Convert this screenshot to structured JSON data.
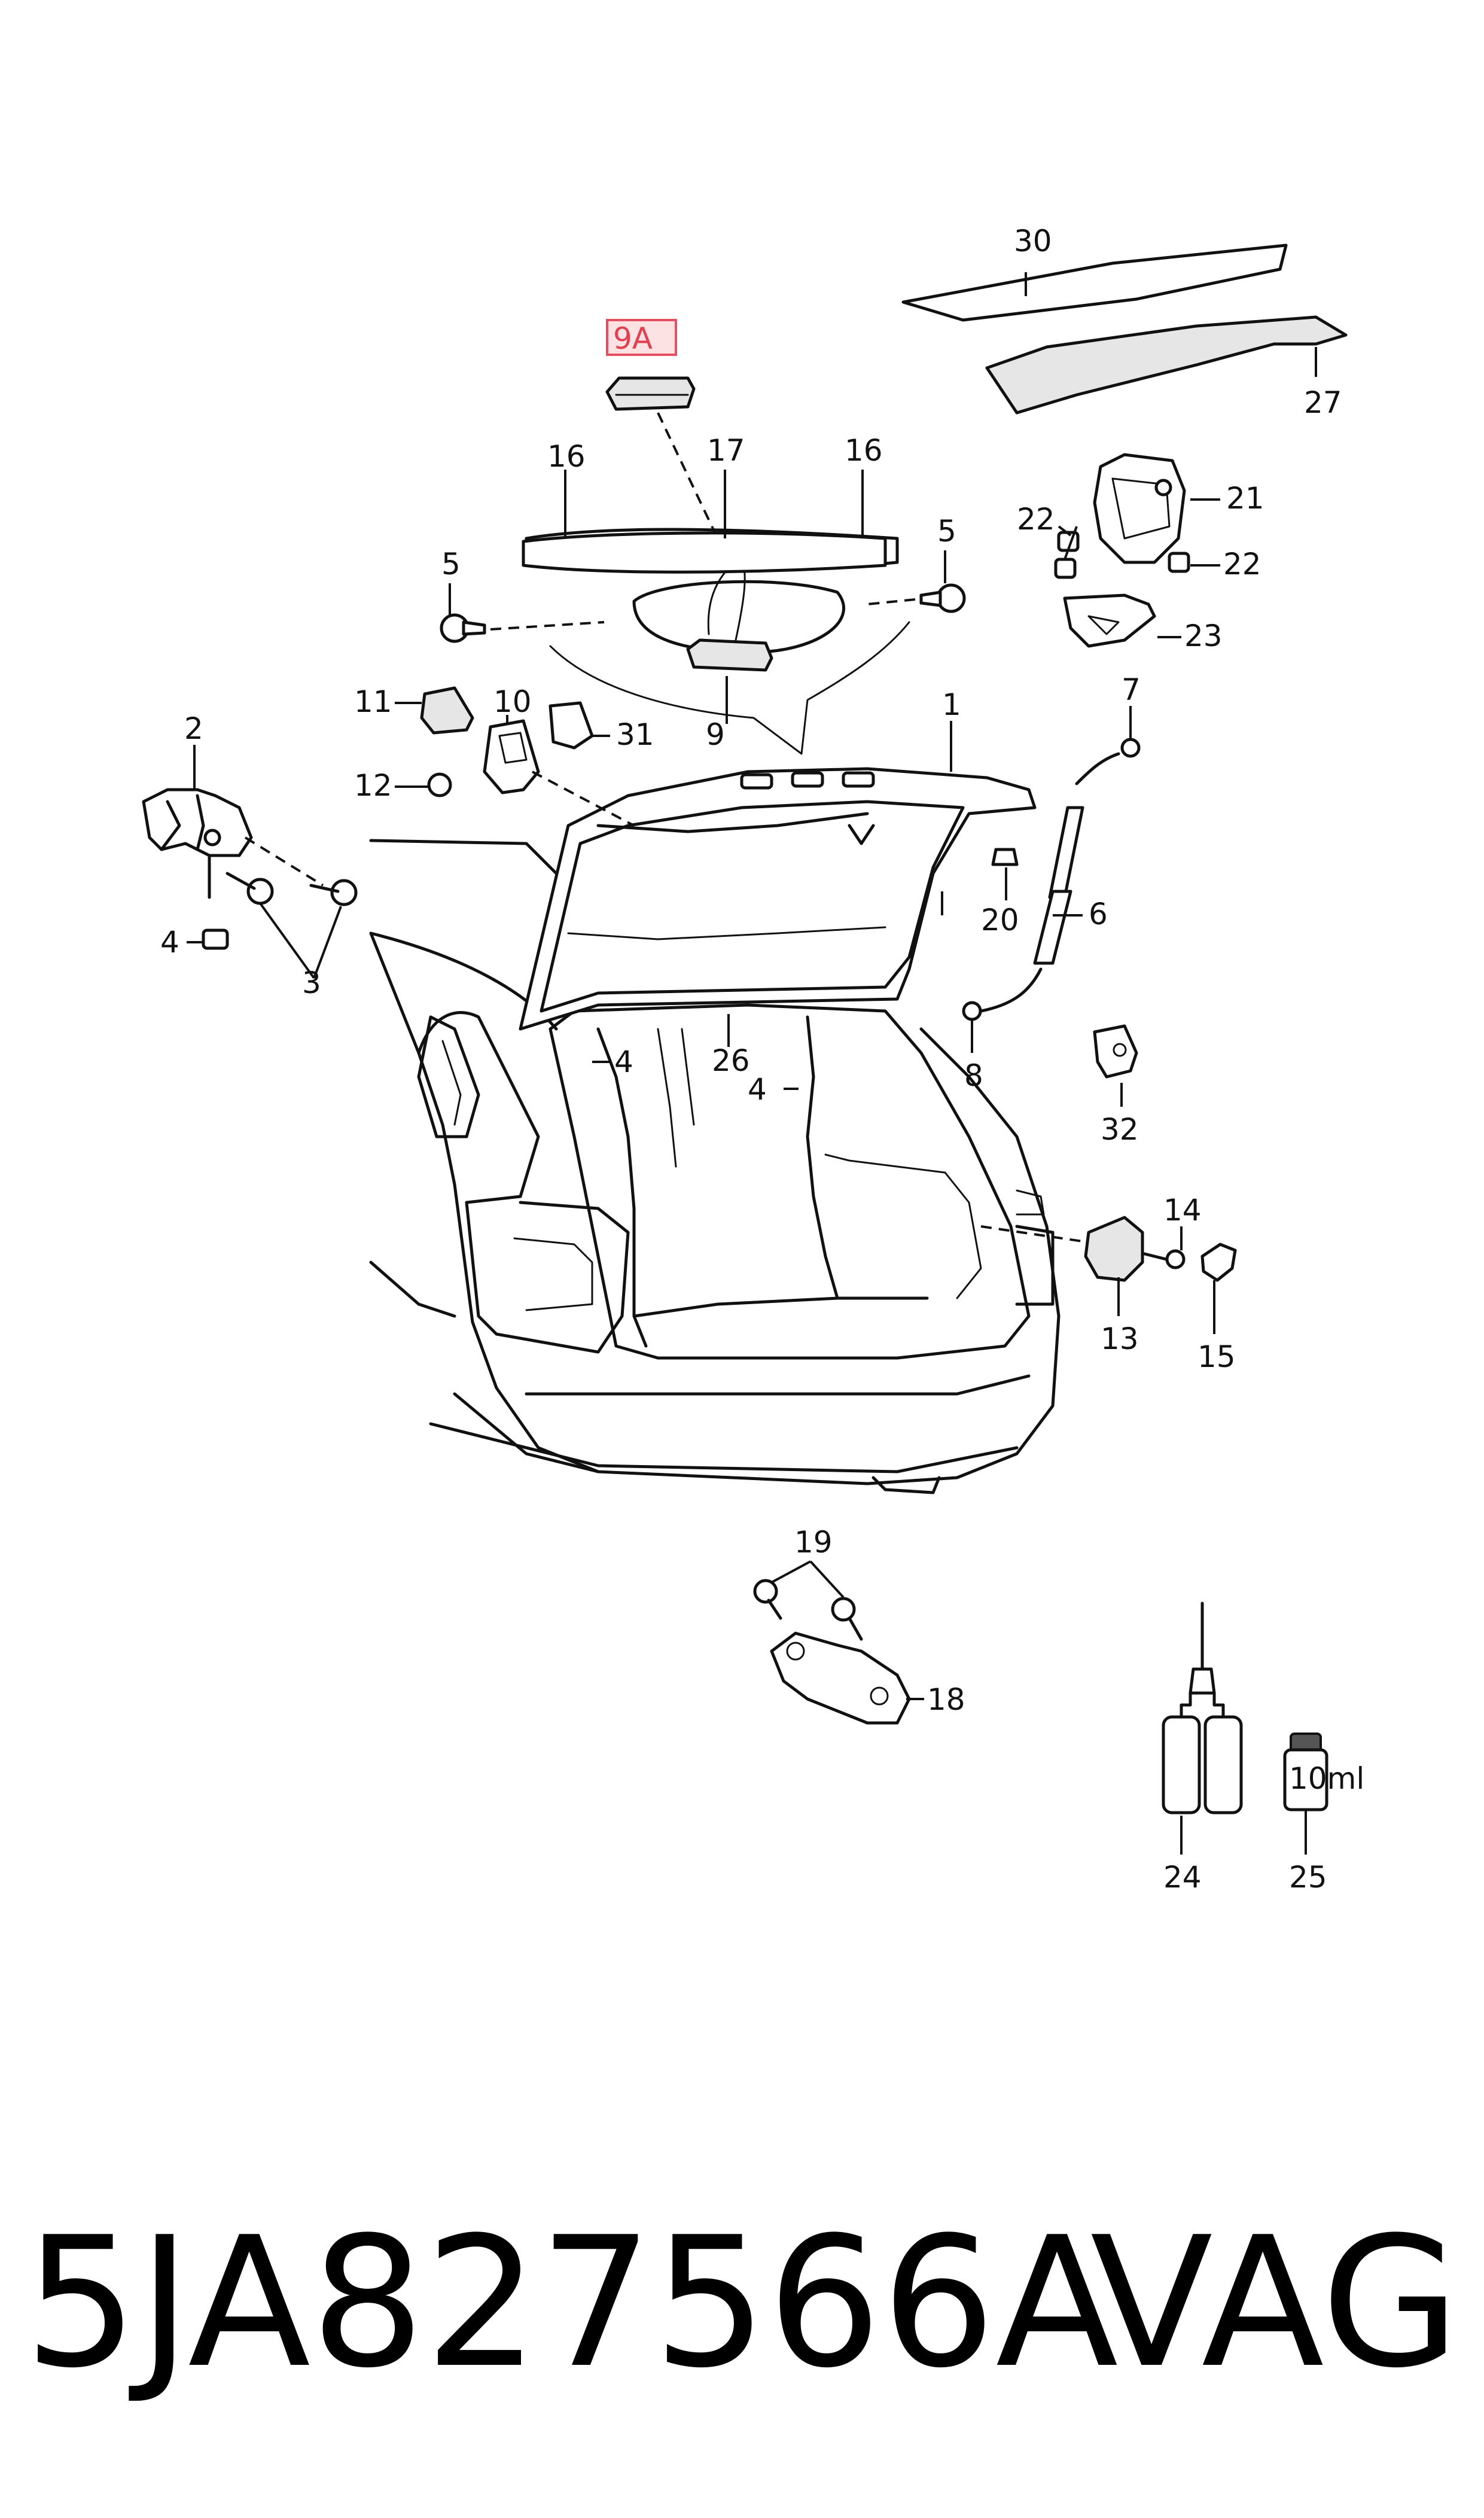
{
  "callouts": [
    {
      "id": "c1",
      "label": "1"
    },
    {
      "id": "c2",
      "label": "2"
    },
    {
      "id": "c3",
      "label": "3"
    },
    {
      "id": "c4a",
      "label": "4"
    },
    {
      "id": "c4b",
      "label": "4"
    },
    {
      "id": "c4c",
      "label": "4"
    },
    {
      "id": "c5a",
      "label": "5"
    },
    {
      "id": "c5b",
      "label": "5"
    },
    {
      "id": "c6",
      "label": "6"
    },
    {
      "id": "c7",
      "label": "7"
    },
    {
      "id": "c8",
      "label": "8"
    },
    {
      "id": "c9",
      "label": "9"
    },
    {
      "id": "c9A",
      "label": "9A"
    },
    {
      "id": "c10",
      "label": "10"
    },
    {
      "id": "c11",
      "label": "11"
    },
    {
      "id": "c12",
      "label": "12"
    },
    {
      "id": "c13",
      "label": "13"
    },
    {
      "id": "c14",
      "label": "14"
    },
    {
      "id": "c15",
      "label": "15"
    },
    {
      "id": "c16a",
      "label": "16"
    },
    {
      "id": "c16b",
      "label": "16"
    },
    {
      "id": "c17",
      "label": "17"
    },
    {
      "id": "c18",
      "label": "18"
    },
    {
      "id": "c19",
      "label": "19"
    },
    {
      "id": "c20",
      "label": "20"
    },
    {
      "id": "c21",
      "label": "21"
    },
    {
      "id": "c22a",
      "label": "22"
    },
    {
      "id": "c22b",
      "label": "22"
    },
    {
      "id": "c23",
      "label": "23"
    },
    {
      "id": "c24",
      "label": "24"
    },
    {
      "id": "c25",
      "label": "25"
    },
    {
      "id": "c26",
      "label": "26"
    },
    {
      "id": "c27",
      "label": "27"
    },
    {
      "id": "c30",
      "label": "30"
    },
    {
      "id": "c31",
      "label": "31"
    },
    {
      "id": "c32",
      "label": "32"
    }
  ],
  "bottle_label": "10ml",
  "footer": {
    "part_number": "5JA827566A",
    "brand": "VAG"
  },
  "colors": {
    "highlight": "#e45062",
    "highlight_fill": "#fde2e4",
    "ink": "#111111"
  }
}
